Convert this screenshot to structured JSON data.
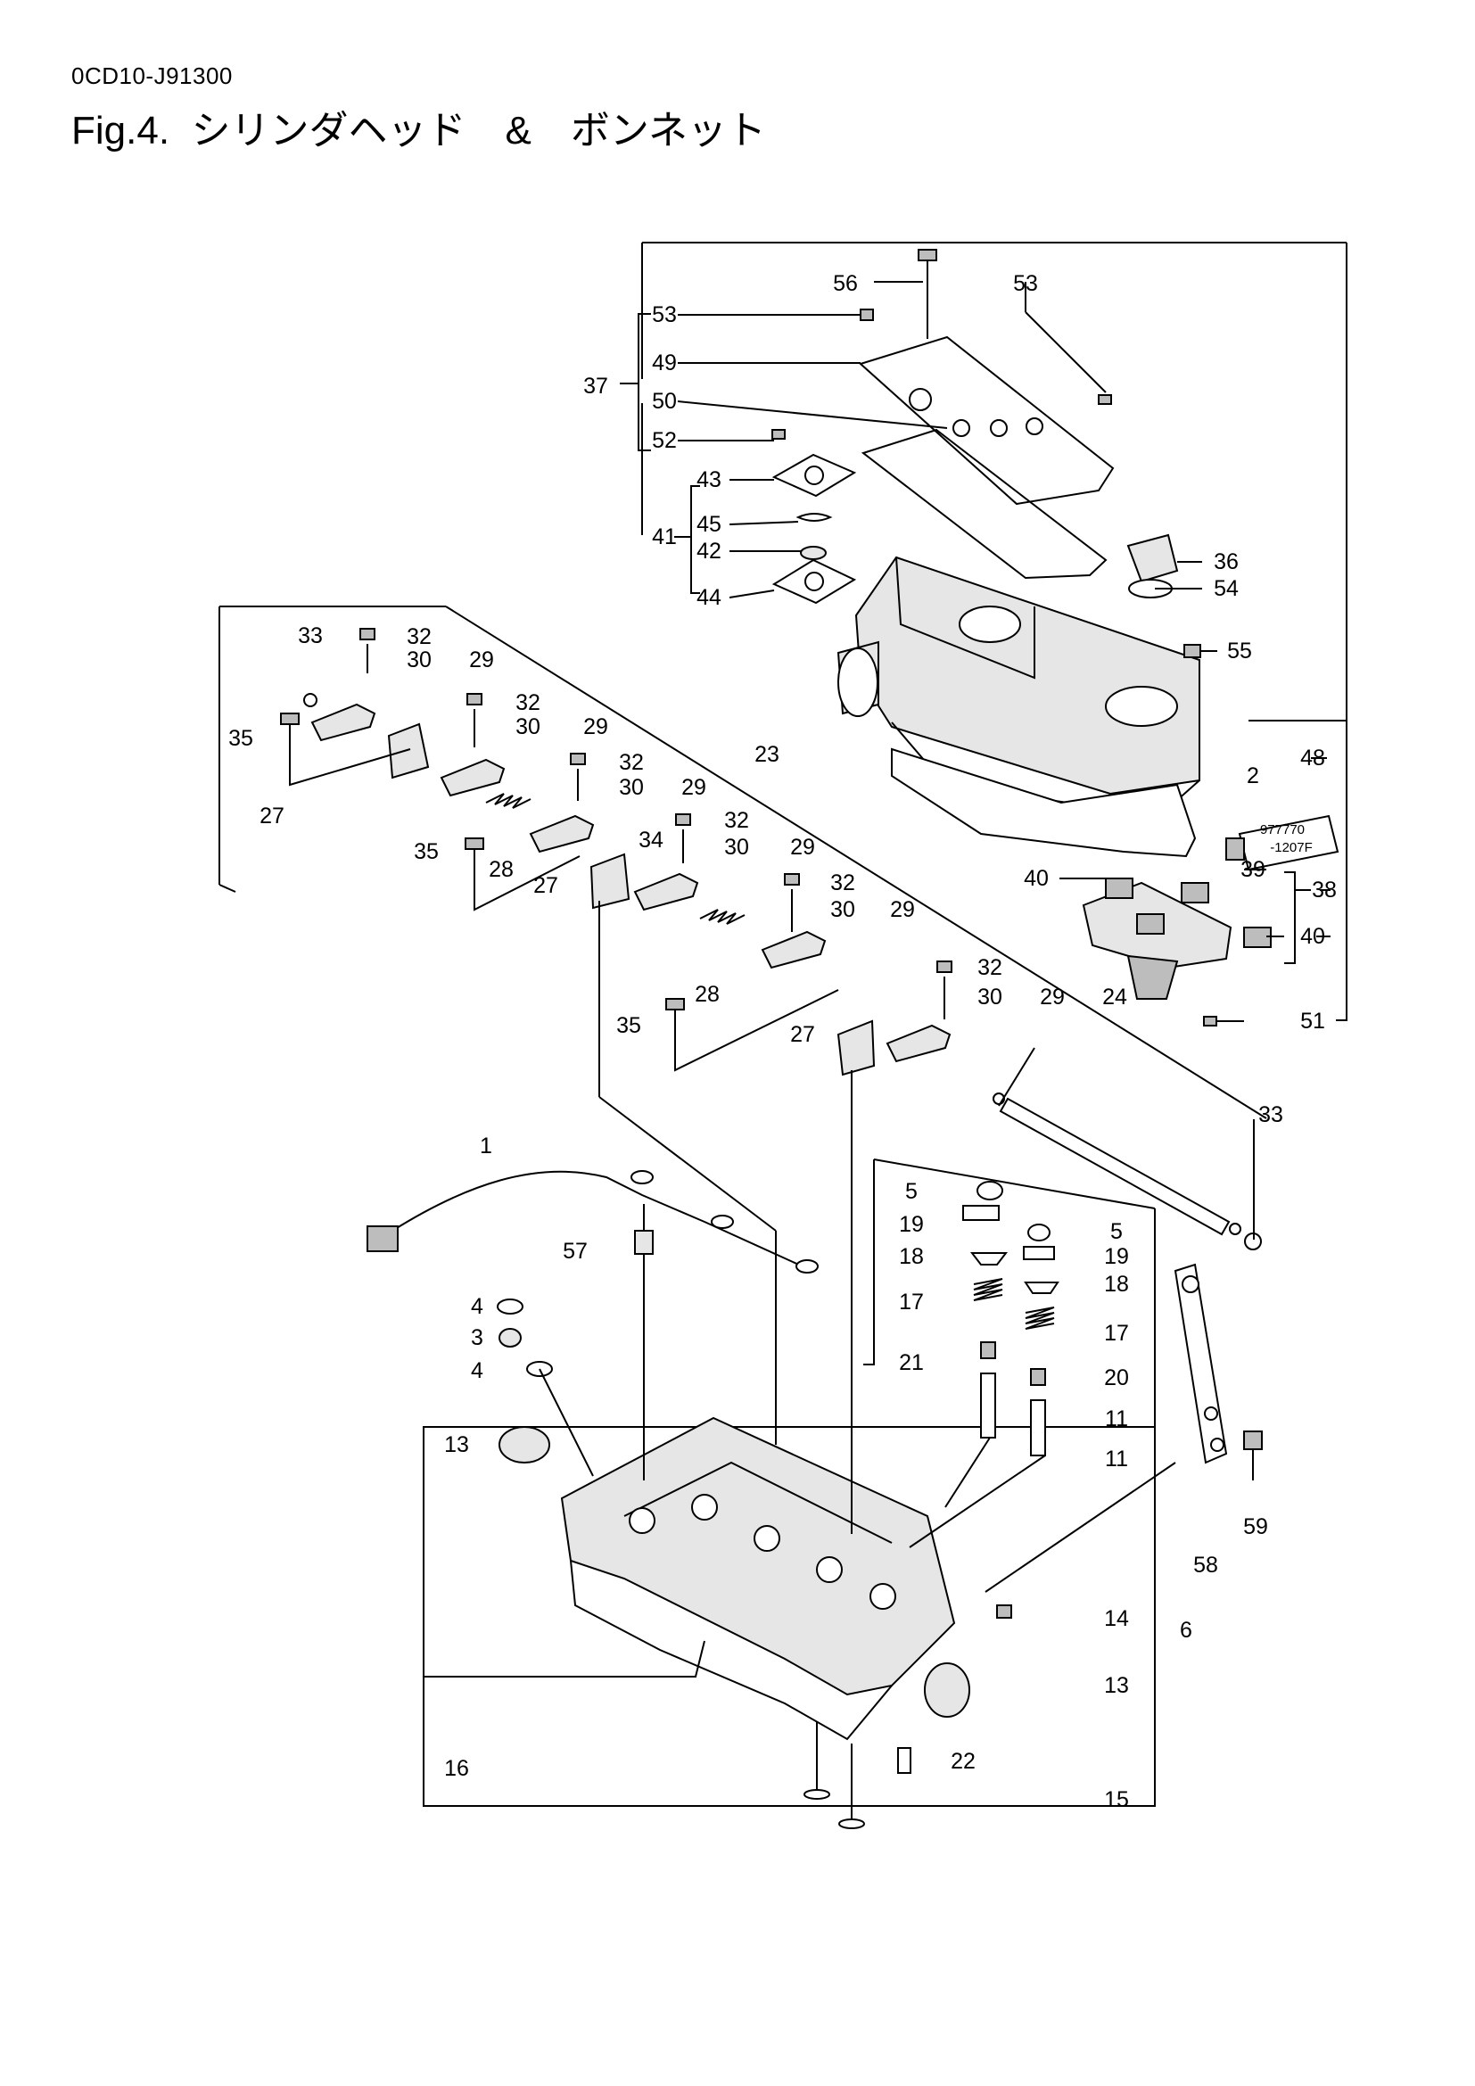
{
  "document": {
    "code": "0CD10-J91300",
    "title": "Fig.4.  シリンダヘッド　&　ボンネット"
  },
  "labels": {
    "l1": "1",
    "l2": "2",
    "l3": "3",
    "l4a": "4",
    "l4b": "4",
    "l5a": "5",
    "l5b": "5",
    "l6": "6",
    "l11a": "11",
    "l11b": "11",
    "l13a": "13",
    "l13b": "13",
    "l14": "14",
    "l15": "15",
    "l16": "16",
    "l17a": "17",
    "l17b": "17",
    "l18a": "18",
    "l18b": "18",
    "l19a": "19",
    "l19b": "19",
    "l20": "20",
    "l21": "21",
    "l22": "22",
    "l23": "23",
    "l24": "24",
    "l27a": "27",
    "l27b": "27",
    "l27c": "27",
    "l28a": "28",
    "l28b": "28",
    "l29a": "29",
    "l29b": "29",
    "l29c": "29",
    "l29d": "29",
    "l29e": "29",
    "l29f": "29",
    "l30a": "30",
    "l30b": "30",
    "l30c": "30",
    "l30d": "30",
    "l30e": "30",
    "l30f": "30",
    "l32a": "32",
    "l32b": "32",
    "l32c": "32",
    "l32d": "32",
    "l32e": "32",
    "l32f": "32",
    "l33a": "33",
    "l33b": "33",
    "l34": "34",
    "l35a": "35",
    "l35b": "35",
    "l35c": "35",
    "l36": "36",
    "l37": "37",
    "l38": "38",
    "l39": "39",
    "l40a": "40",
    "l40b": "40",
    "l41": "41",
    "l42": "42",
    "l43": "43",
    "l44": "44",
    "l45": "45",
    "l48": "48",
    "l49": "49",
    "l50": "50",
    "l51": "51",
    "l52": "52",
    "l53a": "53",
    "l53b": "53",
    "l54": "54",
    "l55": "55",
    "l56": "56",
    "l57": "57",
    "l58": "58",
    "l59": "59"
  },
  "sealant_tube": {
    "line1": "977770",
    "line2": "-1207F"
  }
}
